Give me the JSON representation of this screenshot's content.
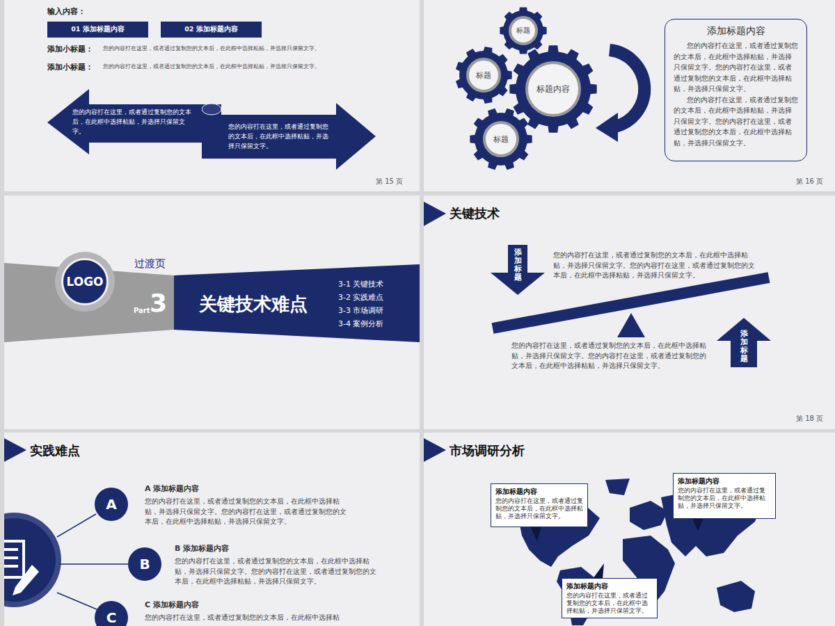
{
  "diagram": {
    "nodes": [
      {
        "text": [
          "01 添加标题内容"
        ]
      },
      {
        "text": [
          "02 添加标题内容"
        ]
      },
      {
        "text": [
          "您的内容打在这里，或者通过复制您的文本后，在此框中选择粘贴，并选择只保留文字。"
        ]
      },
      {
        "text": [
          "您的内容打在这里，或者通过复制您的文本后，在此框中选择粘贴，并选择只保留文字。"
        ]
      },
      {
        "text": [
          "标题"
        ]
      },
      {
        "text": [
          "标题"
        ]
      },
      {
        "text": [
          "标题内容"
        ]
      },
      {
        "text": [
          "标题"
        ]
      },
      {
        "text": [
          "添加标题内容",
          "您的内容打在这里，或者通过复制您的文本后，在此框中选择粘贴，并选择只保留文字。您的内容打在这里，或者通过复制您的文本后，在此框中选择粘贴，并选择只保留文字。",
          "您的内容打在这里，或者通过复制您的文本后，在此框中选择粘贴，并选择只保留文字。您的内容打在这里，或者通过复制您的文本后，在此框中选择粘贴，并选择只保留文字。"
        ]
      },
      {
        "text": [
          "LOGO"
        ]
      },
      {
        "text": [
          "关键技术难点",
          "3-1 关键技术",
          "3-2 实践难点",
          "3-3 市场调研",
          "3-4 案例分析"
        ]
      },
      {
        "text": [
          "添加标题"
        ]
      },
      {
        "text": [
          "添加标题"
        ]
      },
      {
        "text": [
          "A"
        ]
      },
      {
        "text": [
          "B"
        ]
      },
      {
        "text": [
          "C"
        ]
      },
      {
        "text": [
          "添加标题内容",
          "您的内容打在这里，或者通过复制您的文本后，在此框中选择粘贴，并选择只保留文字。"
        ]
      },
      {
        "text": [
          "添加标题内容",
          "您的内容打在这里，或者通过复制您的文本后，在此框中选择粘贴，并选择只保留文字。"
        ]
      },
      {
        "text": [
          "添加标题内容",
          "您的内容打在这里，或者通过复制您的文本后，在此框中选择粘贴，并选择只保留文字。"
        ]
      }
    ],
    "labels": [
      "输入内容：",
      "添加小标题：",
      "您的内容打在这里，或者通过复制您的文本后，在此框中选择粘贴，并选择只保留文字。",
      "添加小标题：",
      "您的内容打在这里，或者通过复制您的文本后，在此框中选择粘贴，并选择只保留文字。",
      "第 15 页",
      "第 16 页",
      "过渡页",
      "Part",
      "3",
      "关键技术",
      "您的内容打在这里，或者通过复制您的文本后，在此框中选择粘贴，并选择只保留文字。您的内容打在这里，或者通过复制您的文本后，在此框中选择粘贴，并选择只保留文字。",
      "您的内容打在这里，或者通过复制您的文本后，在此框中选择粘贴，并选择只保留文字。您的内容打在这里，或者通过复制您的文本后，在此框中选择粘贴，并选择只保留文字。",
      "第 18 页",
      "实践难点",
      "A 添加标题内容",
      "您的内容打在这里，或者通过复制您的文本后，在此框中选择粘贴，并选择只保留文字。您的内容打在这里，或者通过复制您的文本后，在此框中选择粘贴，并选择只保留文字。",
      "B 添加标题内容",
      "您的内容打在这里，或者通过复制您的文本后，在此框中选择粘贴，并选择只保留文字。您的内容打在这里，或者通过复制您的文本后，在此框中选择粘贴，并选择只保留文字。",
      "C 添加标题内容",
      "您的内容打在这里，或者通过复制您的文本后，在此框中选择粘",
      "市场调研分析"
    ]
  }
}
